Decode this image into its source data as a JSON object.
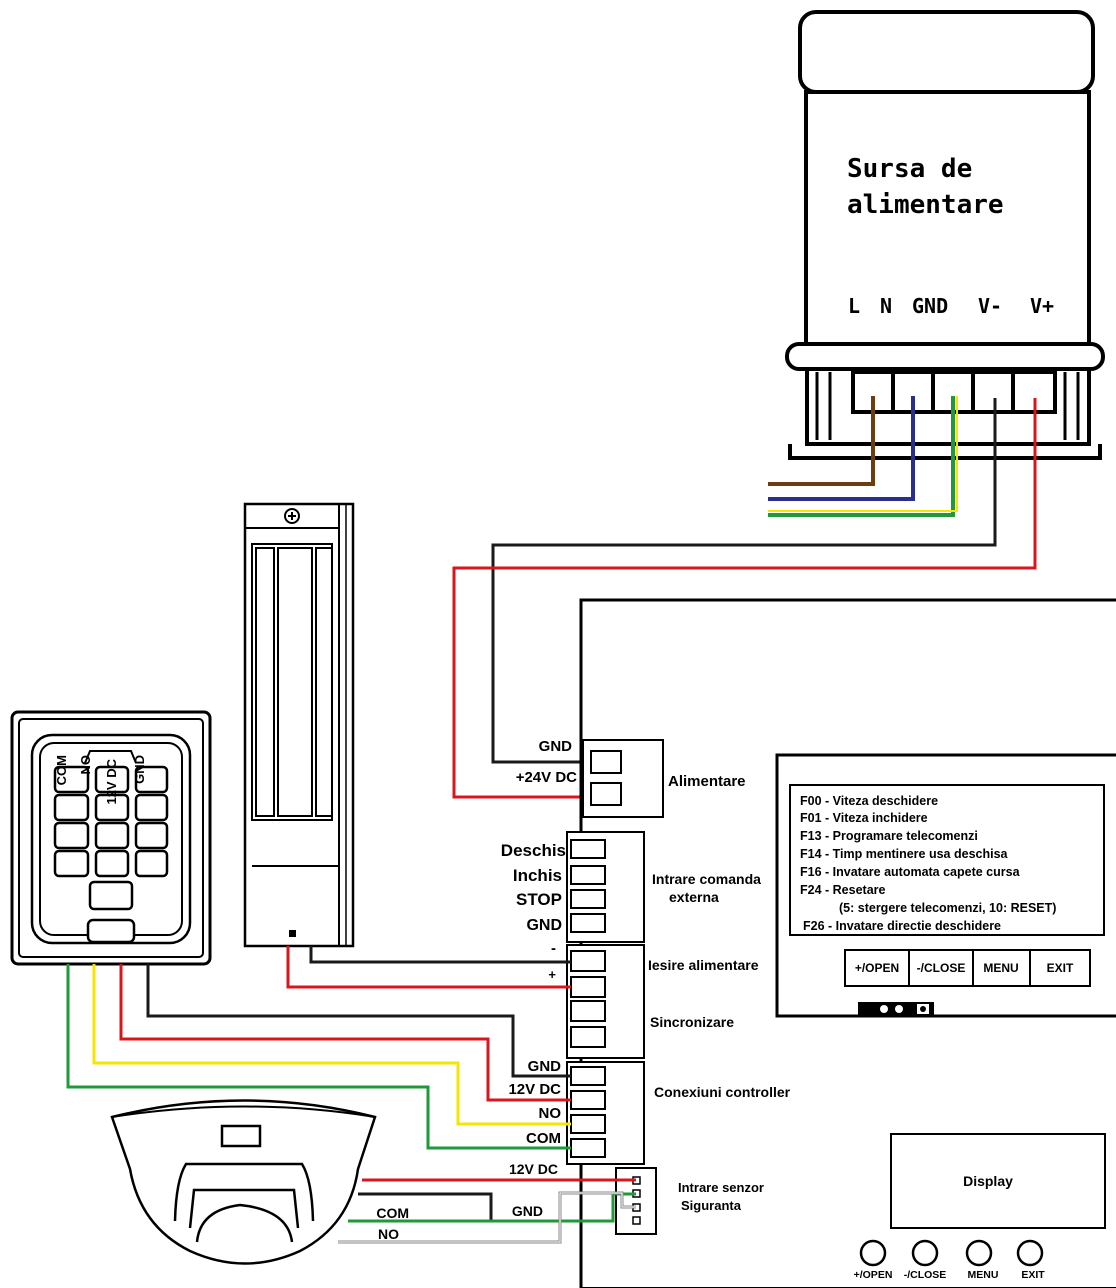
{
  "power_supply": {
    "title_line1": "Sursa de",
    "title_line2": "alimentare",
    "terminals": [
      "L",
      "N",
      "GND",
      "V-",
      "V+"
    ]
  },
  "board": {
    "power_in": {
      "labels": [
        "GND",
        "+24V DC"
      ],
      "section": "Alimentare"
    },
    "external_cmd": {
      "labels": [
        "Deschis",
        "Inchis",
        "STOP",
        "GND"
      ],
      "section_line1": "Intrare comanda",
      "section_line2": "externa"
    },
    "power_out": {
      "labels": [
        "-",
        "+"
      ],
      "section": "Iesire alimentare",
      "sync_section": "Sincronizare"
    },
    "controller": {
      "labels": [
        "GND",
        "12V DC",
        "NO",
        "COM"
      ],
      "section": "Conexiuni controller"
    },
    "sensor": {
      "labels": [
        "12V DC",
        "GND",
        "COM",
        "NO"
      ],
      "section_line1": "Intrare senzor",
      "section_line2": "Siguranta"
    }
  },
  "menu_panel": {
    "lines": [
      "F00 - Viteza deschidere",
      "F01 - Viteza inchidere",
      "F13 - Programare telecomenzi",
      "F14 - Timp mentinere usa deschisa",
      "F16 - Invatare automata capete cursa",
      "F24 - Resetare",
      "(5: stergere telecomenzi, 10: RESET)",
      "F26 - Invatare directie deschidere"
    ],
    "buttons": [
      "+/OPEN",
      "-/CLOSE",
      "MENU",
      "EXIT"
    ]
  },
  "display": {
    "label": "Display",
    "round_buttons": [
      "+/OPEN",
      "-/CLOSE",
      "MENU",
      "EXIT"
    ]
  },
  "keypad": {
    "terminals": [
      "COM",
      "NO",
      "12V DC",
      "GND"
    ]
  },
  "wire_colors": {
    "brown": "#6b3e12",
    "blue": "#2a2e8c",
    "yellow": "#f3e600",
    "green": "#1f9a3a",
    "red": "#d8161c",
    "black": "#1a1a1a",
    "grey": "#888888"
  }
}
